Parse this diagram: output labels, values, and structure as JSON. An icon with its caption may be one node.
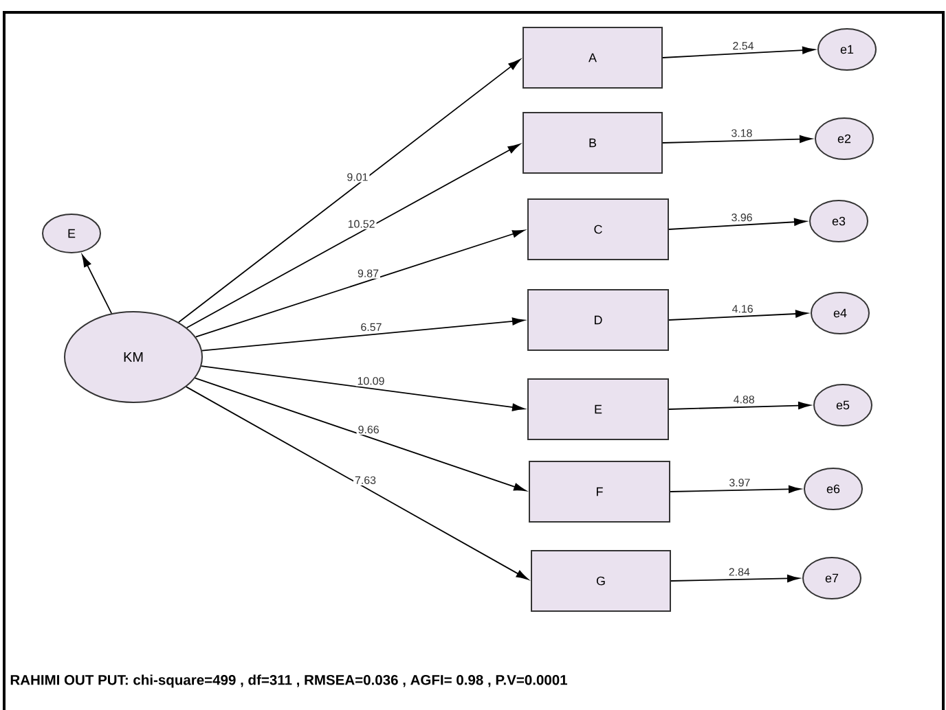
{
  "diagram": {
    "caption": "RAHIMI OUT PUT: chi-square=499 , df=311 , RMSEA=0.036 , AGFI= 0.98 , P.V=0.0001",
    "nodes": [
      {
        "text": [
          "E"
        ]
      },
      {
        "text": [
          "KM"
        ]
      },
      {
        "text": [
          "A"
        ]
      },
      {
        "text": [
          "B"
        ]
      },
      {
        "text": [
          "C"
        ]
      },
      {
        "text": [
          "D"
        ]
      },
      {
        "text": [
          "E"
        ]
      },
      {
        "text": [
          "F"
        ]
      },
      {
        "text": [
          "G"
        ]
      },
      {
        "text": [
          "e1"
        ]
      },
      {
        "text": [
          "e2"
        ]
      },
      {
        "text": [
          "e3"
        ]
      },
      {
        "text": [
          "e4"
        ]
      },
      {
        "text": [
          "e5"
        ]
      },
      {
        "text": [
          "e6"
        ]
      },
      {
        "text": [
          "e7"
        ]
      }
    ],
    "edges": [
      {
        "from": 1,
        "to": 0,
        "arrow": "to"
      },
      {
        "from": 1,
        "to": 2,
        "arrow": "to",
        "label": "9.01"
      },
      {
        "from": 1,
        "to": 3,
        "arrow": "to",
        "label": "10.52"
      },
      {
        "from": 1,
        "to": 4,
        "arrow": "to",
        "label": "9.87"
      },
      {
        "from": 1,
        "to": 5,
        "arrow": "to",
        "label": "6.57"
      },
      {
        "from": 1,
        "to": 6,
        "arrow": "to",
        "label": "10.09"
      },
      {
        "from": 1,
        "to": 7,
        "arrow": "to",
        "label": "9.66"
      },
      {
        "from": 1,
        "to": 8,
        "arrow": "to",
        "label": "7.63"
      },
      {
        "from": 2,
        "to": 9,
        "arrow": "to",
        "label": "2.54"
      },
      {
        "from": 3,
        "to": 10,
        "arrow": "to",
        "label": "3.18"
      },
      {
        "from": 4,
        "to": 11,
        "arrow": "to",
        "label": "3.96"
      },
      {
        "from": 5,
        "to": 12,
        "arrow": "to",
        "label": "4.16"
      },
      {
        "from": 6,
        "to": 13,
        "arrow": "to",
        "label": "4.88"
      },
      {
        "from": 7,
        "to": 14,
        "arrow": "to",
        "label": "3.97"
      },
      {
        "from": 8,
        "to": 15,
        "arrow": "to",
        "label": "2.84"
      }
    ]
  }
}
